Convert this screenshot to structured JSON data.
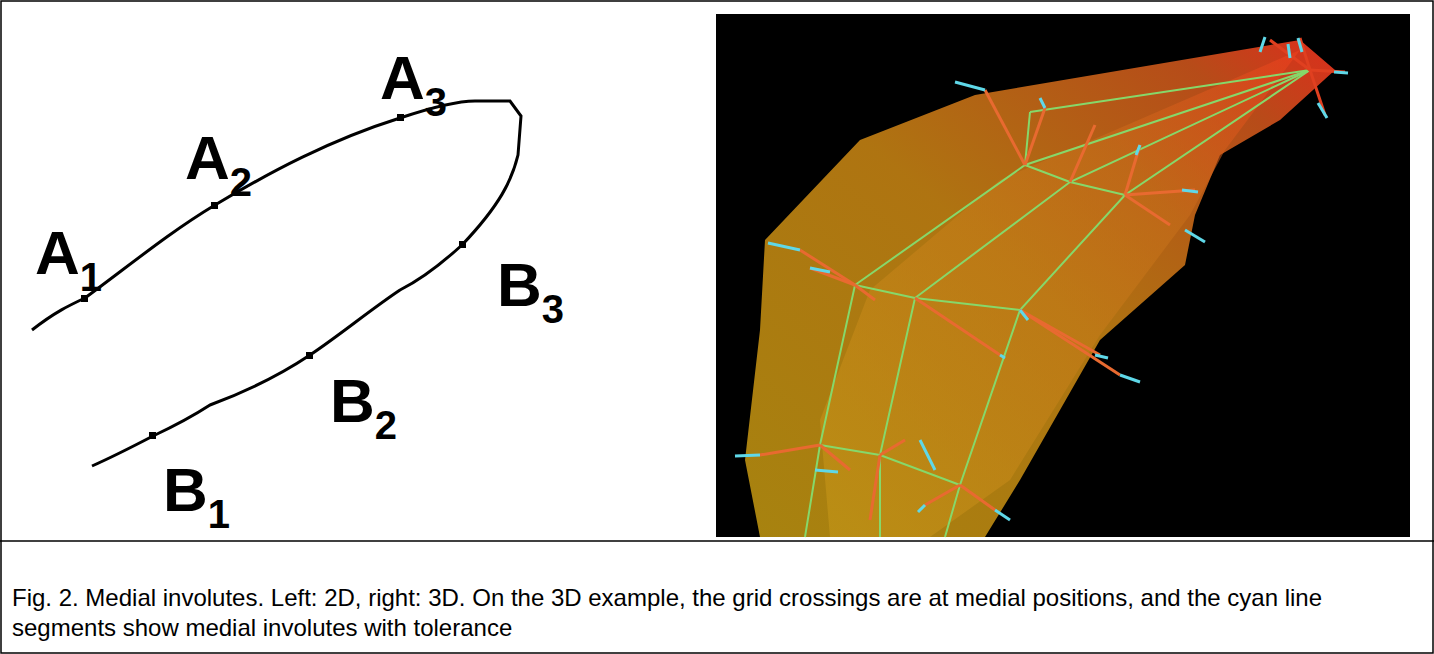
{
  "diagram": {
    "caption": "Fig. 2. Medial involutes. Left: 2D, right: 3D. On the 3D example, the grid crossings are at medial positions, and the cyan line segments show medial involutes with tolerance",
    "labels": [
      "A1",
      "A2",
      "A3",
      "B1",
      "B2",
      "B3"
    ]
  }
}
